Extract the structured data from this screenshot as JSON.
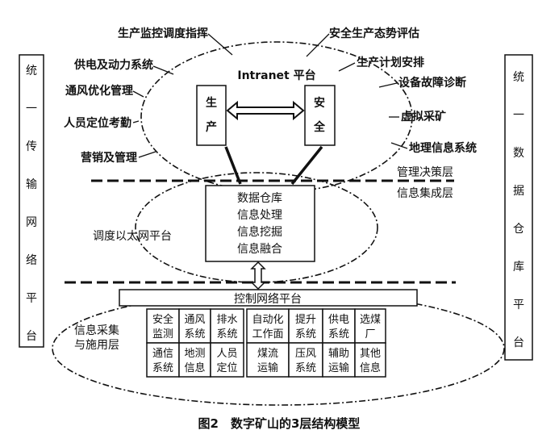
{
  "left_platform": "统一传输网络平台",
  "right_platform": "统一数据仓库平台",
  "top_layer": {
    "platform": "Intranet 平台",
    "production": "生产",
    "safety": "安全",
    "functions": [
      "生产监控调度指挥",
      "安全生产态势评估",
      "供电及动力系统",
      "生产计划安排",
      "通风优化管理",
      "设备故障诊断",
      "人员定位考勤",
      "虚拟采矿",
      "营销及管理",
      "地理信息系统"
    ]
  },
  "layer_labels": {
    "decision": "管理决策层",
    "integration": "信息集成层"
  },
  "middle_layer": {
    "platform": "调度以太网平台",
    "warehouse": [
      "数据仓库",
      "信息处理",
      "信息挖掘",
      "信息融合"
    ]
  },
  "bottom_layer": {
    "platform": "控制网络平台",
    "label": [
      "信息采集",
      "与施用层"
    ],
    "row1": [
      [
        "安全",
        "监测"
      ],
      [
        "通风",
        "系统"
      ],
      [
        "排水",
        "系统"
      ],
      [
        "自动化",
        "工作面"
      ],
      [
        "提升",
        "系统"
      ],
      [
        "供电",
        "系统"
      ],
      [
        "选煤",
        "厂"
      ]
    ],
    "row2": [
      [
        "通信",
        "系统"
      ],
      [
        "地测",
        "信息"
      ],
      [
        "人员",
        "定位"
      ],
      [
        "煤流",
        "运输"
      ],
      [
        "压风",
        "系统"
      ],
      [
        "辅助",
        "运输"
      ],
      [
        "其他",
        "信息"
      ]
    ]
  },
  "caption": "图2　数字矿山的3层结构模型"
}
